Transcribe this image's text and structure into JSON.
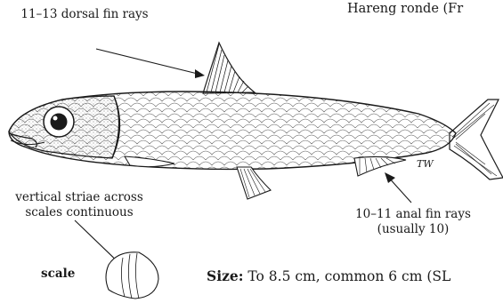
{
  "header_text": "Hareng ronde (Fr",
  "labels": {
    "dorsal": "11–13 dorsal fin rays",
    "striae": "vertical striae across scales continuous",
    "anal": "10–11 anal fin rays (usually 10)",
    "scale": "scale",
    "artist_initials": "TW"
  },
  "size": {
    "label": "Size:",
    "text": "To 8.5 cm, common 6 cm (SL"
  },
  "colors": {
    "ink": "#1a1a1a",
    "background": "#ffffff"
  }
}
